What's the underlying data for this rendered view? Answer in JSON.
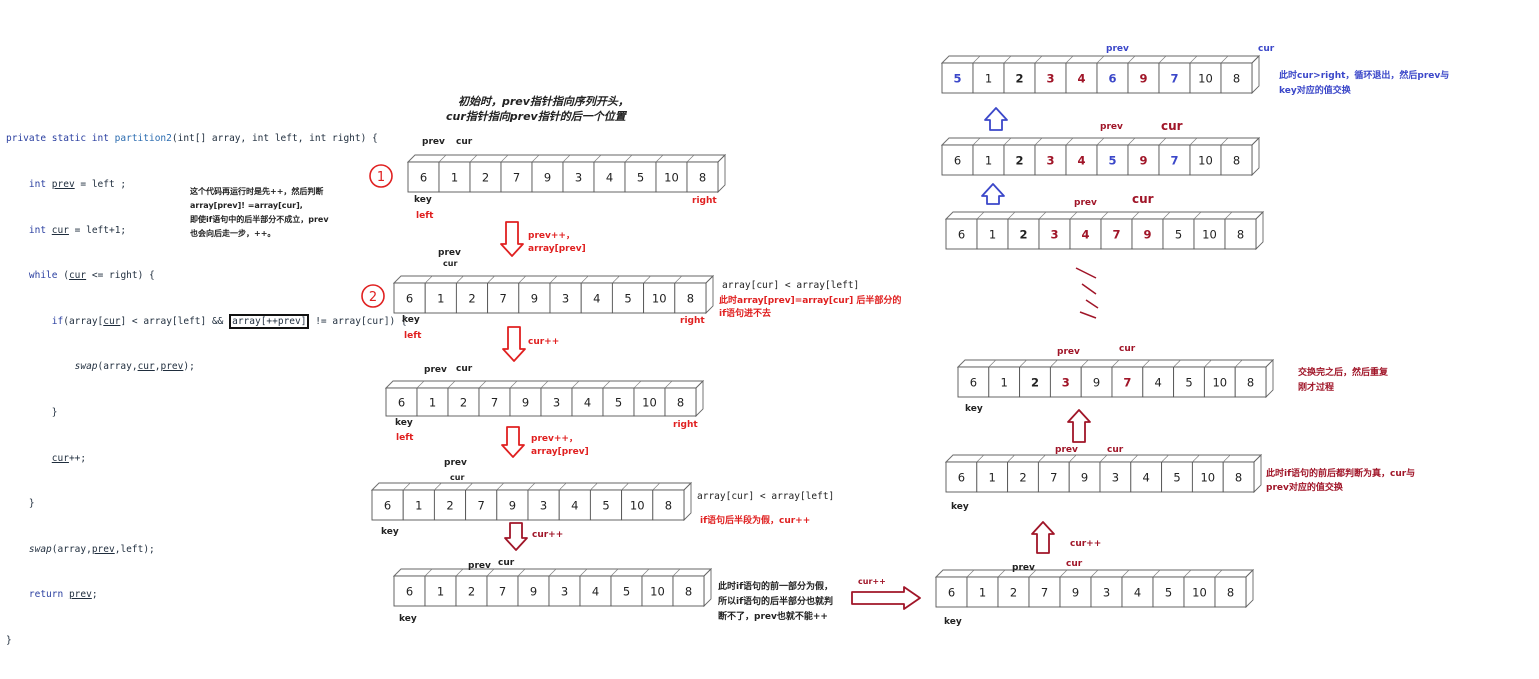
{
  "code": {
    "sig_kw": "private static int ",
    "sig_name": "partition2",
    "sig_rest": "(int[] array, int left, int right) {",
    "l1_kw": "int ",
    "l1_var": "prev",
    "l1_rest": " = left ;",
    "l2_kw": "int ",
    "l2_var": "cur",
    "l2_rest": " = left+1;",
    "l3_kw": "while",
    "l3_open": " (",
    "l3_var": "cur",
    "l3_rest": " <= right) {",
    "l4_kw": "if",
    "l4_a": "(array[",
    "l4_var": "cur",
    "l4_b": "] < array[left] && ",
    "l4_hl": "array[++prev]",
    "l4_c": " != array[cur]) {",
    "l5_fn": "swap",
    "l5_a": "(array,",
    "l5_v1": "cur",
    "l5_sep": ",",
    "l5_v2": "prev",
    "l5_b": ");",
    "l6": "}",
    "l7_var": "cur",
    "l7_rest": "++;",
    "l8": "}",
    "l9_fn": "swap",
    "l9_a": "(array,",
    "l9_var": "prev",
    "l9_b": ",left);",
    "l10_kw": "return ",
    "l10_var": "prev",
    "l10_rest": ";",
    "l11": "}"
  },
  "code_note": [
    "这个代码再运行时是先++，然后判断",
    "array[prev]! =array[cur],",
    "即使if语句中的后半部分不成立，prev",
    "也会向后走一步，++。"
  ],
  "intro": [
    "初始时，prev指针指向序列开头，",
    "cur指针指向prev指针的后一个位置"
  ],
  "step_marks": [
    "1",
    "2"
  ],
  "arrays": [
    {
      "values": [
        "6",
        "1",
        "2",
        "7",
        "9",
        "3",
        "4",
        "5",
        "10",
        "8"
      ],
      "colors": [
        "blk",
        "blk",
        "blk",
        "blk",
        "blk",
        "blk",
        "blk",
        "blk",
        "blk",
        "blk"
      ]
    },
    {
      "values": [
        "6",
        "1",
        "2",
        "7",
        "9",
        "3",
        "4",
        "5",
        "10",
        "8"
      ],
      "colors": [
        "blk",
        "blk",
        "blk",
        "blk",
        "blk",
        "blk",
        "blk",
        "blk",
        "blk",
        "blk"
      ]
    },
    {
      "values": [
        "6",
        "1",
        "2",
        "7",
        "9",
        "3",
        "4",
        "5",
        "10",
        "8"
      ],
      "colors": [
        "blk",
        "blk",
        "blk",
        "blk",
        "blk",
        "blk",
        "blk",
        "blk",
        "blk",
        "blk"
      ]
    },
    {
      "values": [
        "6",
        "1",
        "2",
        "7",
        "9",
        "3",
        "4",
        "5",
        "10",
        "8"
      ],
      "colors": [
        "blk",
        "blk",
        "blk",
        "blk",
        "blk",
        "blk",
        "blk",
        "blk",
        "blk",
        "blk"
      ]
    },
    {
      "values": [
        "6",
        "1",
        "2",
        "7",
        "9",
        "3",
        "4",
        "5",
        "10",
        "8"
      ],
      "colors": [
        "blk",
        "blk",
        "blk",
        "blk",
        "blk",
        "blk",
        "blk",
        "blk",
        "blk",
        "blk"
      ]
    },
    {
      "values": [
        "6",
        "1",
        "2",
        "7",
        "9",
        "3",
        "4",
        "5",
        "10",
        "8"
      ],
      "colors": [
        "blk",
        "blk",
        "blk",
        "blk",
        "blk",
        "blk",
        "blk",
        "blk",
        "blk",
        "blk"
      ]
    },
    {
      "values": [
        "6",
        "1",
        "2",
        "7",
        "9",
        "3",
        "4",
        "5",
        "10",
        "8"
      ],
      "colors": [
        "blk",
        "blk",
        "blk",
        "blk",
        "blk",
        "blk",
        "blk",
        "blk",
        "blk",
        "blk"
      ]
    },
    {
      "values": [
        "6",
        "1",
        "2",
        "3",
        "9",
        "7",
        "4",
        "5",
        "10",
        "8"
      ],
      "colors": [
        "blk",
        "blk",
        "bold",
        "dred",
        "blk",
        "dred",
        "blk",
        "blk",
        "blk",
        "blk"
      ]
    },
    {
      "values": [
        "6",
        "1",
        "2",
        "3",
        "4",
        "7",
        "9",
        "5",
        "10",
        "8"
      ],
      "colors": [
        "blk",
        "blk",
        "bold",
        "dred",
        "dred",
        "dred",
        "dred",
        "blk",
        "blk",
        "blk"
      ]
    },
    {
      "values": [
        "6",
        "1",
        "2",
        "3",
        "4",
        "5",
        "9",
        "7",
        "10",
        "8"
      ],
      "colors": [
        "blk",
        "blk",
        "bold",
        "dred",
        "dred",
        "blue",
        "dred",
        "blue",
        "blk",
        "blk"
      ]
    },
    {
      "values": [
        "5",
        "1",
        "2",
        "3",
        "4",
        "6",
        "9",
        "7",
        "10",
        "8"
      ],
      "colors": [
        "blue",
        "blk",
        "bold",
        "dred",
        "dred",
        "blue",
        "dred",
        "blue",
        "blk",
        "blk"
      ]
    }
  ],
  "labels": {
    "prev": "prev",
    "cur": "cur",
    "key": "key",
    "left": "left",
    "right": "right",
    "prev_inc": "prev++，",
    "array_prev": "array[prev]",
    "cur_inc": "cur++"
  },
  "notes": {
    "cond": "array[cur] < array[left]",
    "n2": [
      "此时array[prev]=array[cur] 后半部分的",
      "if语句进不去"
    ],
    "n4": "if语句后半段为假，cur++",
    "n5": [
      "此时if语句的前一部分为假，",
      "所以if语句的后半部分也就判",
      "断不了，prev也就不能++"
    ],
    "r2": [
      "此时if语句的前后都判断为真，cur与",
      "prev对应的值交换"
    ],
    "r3": [
      "交换完之后，然后重复",
      "刚才过程"
    ],
    "r6": [
      "此时cur>right，循环退出，然后prev与",
      "key对应的值交换"
    ]
  },
  "colors": {
    "red": "#e02020",
    "dark_red": "#a01528",
    "blue": "#3b47c9",
    "text": "#222222"
  }
}
